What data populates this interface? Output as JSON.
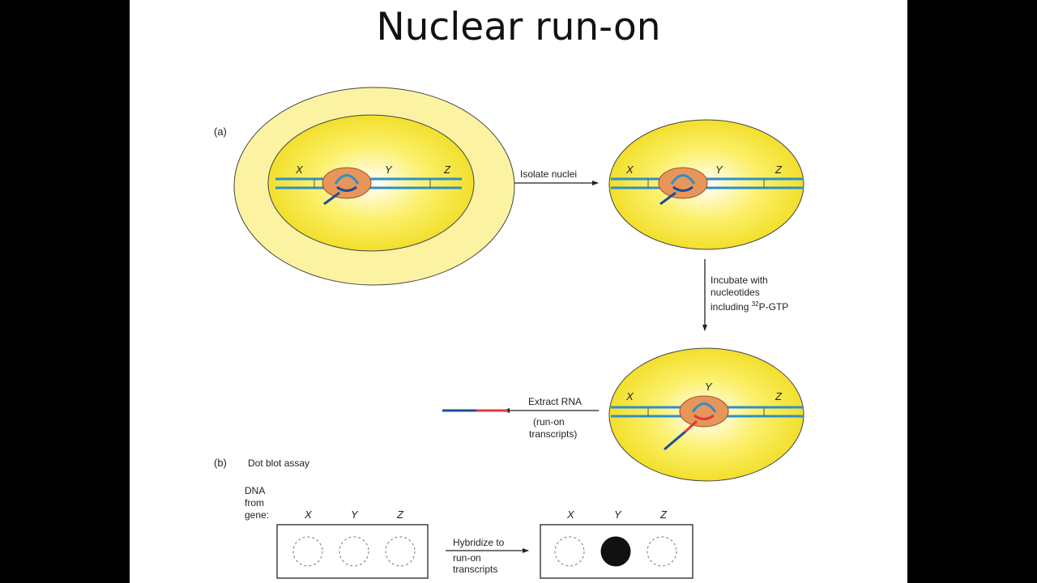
{
  "slide": {
    "title": "Nuclear run-on",
    "part_a_label": "(a)",
    "part_b_label": "(b)",
    "part_b_title": "Dot blot assay",
    "gene_x": "X",
    "gene_y": "Y",
    "gene_z": "Z",
    "step1": "Isolate nuclei",
    "step2_line1": "Incubate with",
    "step2_line2": "nucleotides",
    "step2_line3_prefix": "including ",
    "step2_line3_sup": "32",
    "step2_line3_suffix": "P-GTP",
    "step3": "Extract RNA",
    "step3_note_line1": "(run-on",
    "step3_note_line2": "transcripts)",
    "dna_label_line1": "DNA",
    "dna_label_line2": "from",
    "dna_label_line3": "gene:",
    "hybridize_line1": "Hybridize to",
    "hybridize_line2": "run-on",
    "hybridize_line3": "transcripts"
  },
  "colors": {
    "cytoplasm": "#fbf3a2",
    "nucleus_edge": "#f0dd2a",
    "nucleus_center": "#ffffff",
    "dna": "#2e8fc8",
    "polymerase": "#e8955a",
    "rna": "#1d4e9a",
    "labeled_rna": "#e2383a"
  }
}
